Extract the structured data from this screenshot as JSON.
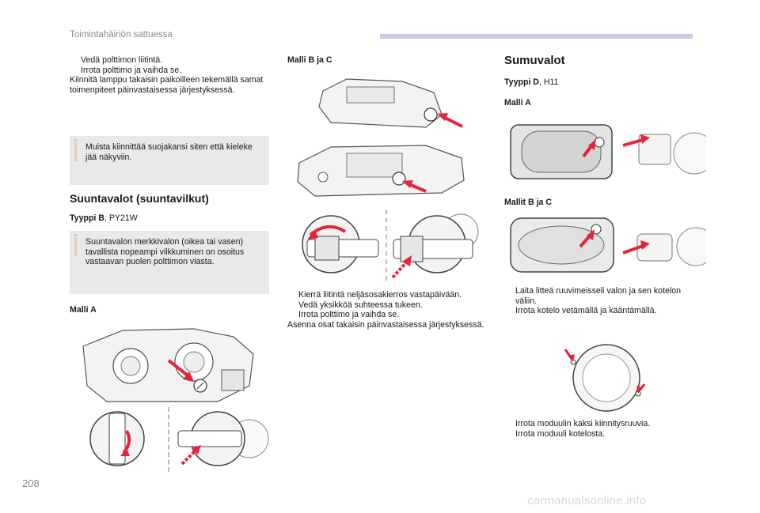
{
  "header": {
    "section_title": "Toimintahäiriön sattuessa"
  },
  "page_number": "208",
  "watermark": "carmanualsonline.info",
  "bullet_glyph": "",
  "col1": {
    "steps": [
      "Vedä polttimon liitintä.",
      "Irrota polttimo ja vaihda se."
    ],
    "para": "Kiinnitä lamppu takaisin paikoilleen tekemällä samat toimenpiteet päinvastaisessa järjestyksessä.",
    "info1": "Muista kiinnittää suojakansi siten että kieleke jää näkyviin.",
    "heading": "Suuntavalot (suuntavilkut)",
    "type_label": "Tyyppi B",
    "type_value": ", PY21W",
    "info2": "Suuntavalon merkkivalon (oikea tai vasen) tavallista nopeampi vilkkuminen on osoitus vastaavan puolen polttimon viasta.",
    "model_label": "Malli A"
  },
  "col2": {
    "model_label": "Malli B ja C",
    "steps": [
      "Kierrä liitintä neljäsosakierros vastapäivään.",
      "Vedä yksikköä suhteessa tukeen.",
      "Irrota polttimo ja vaihda se."
    ],
    "para": "Asenna osat takaisin päinvastaisessa järjestyksessä."
  },
  "col3": {
    "heading": "Sumuvalot",
    "type_label": "Tyyppi D",
    "type_value": ", H11",
    "model_a_label": "Malli A",
    "model_bc_label": "Mallit B ja C",
    "steps_1": [
      "Laita litteä ruuvimeisseli valon ja sen kotelon väliin.",
      "Irrota kotelo vetämällä ja kääntämällä."
    ],
    "steps_2": [
      "Irrota moduulin kaksi kiinnitysruuvia.",
      "Irrota moduuli kotelosta."
    ]
  },
  "colors": {
    "accent_arrow": "#e5243b",
    "header_bar": "#c9cbe6",
    "info_box": "#e9e9e9"
  }
}
